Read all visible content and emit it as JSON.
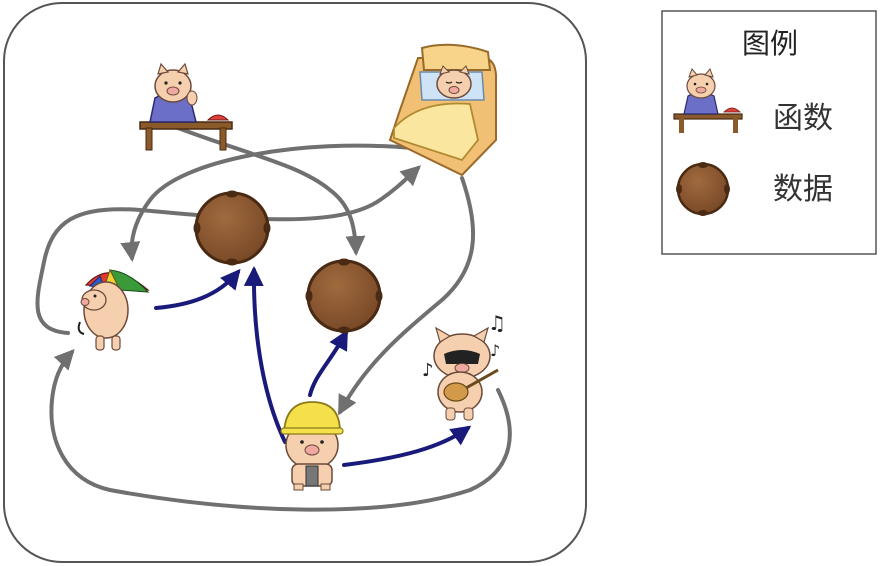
{
  "legend": {
    "title": "图例",
    "items": [
      {
        "label": "函数",
        "icon": "pig-function-icon"
      },
      {
        "label": "数据",
        "icon": "data-ball-icon"
      }
    ]
  },
  "colors": {
    "frame": "#555555",
    "gray_arrow": "#707070",
    "blue_arrow": "#1a1a7a",
    "data_ball": "#8a5a33",
    "data_ball_dark": "#4a2a12",
    "pig_skin": "#f6cfae",
    "pig_outline": "#6b4a3a"
  }
}
